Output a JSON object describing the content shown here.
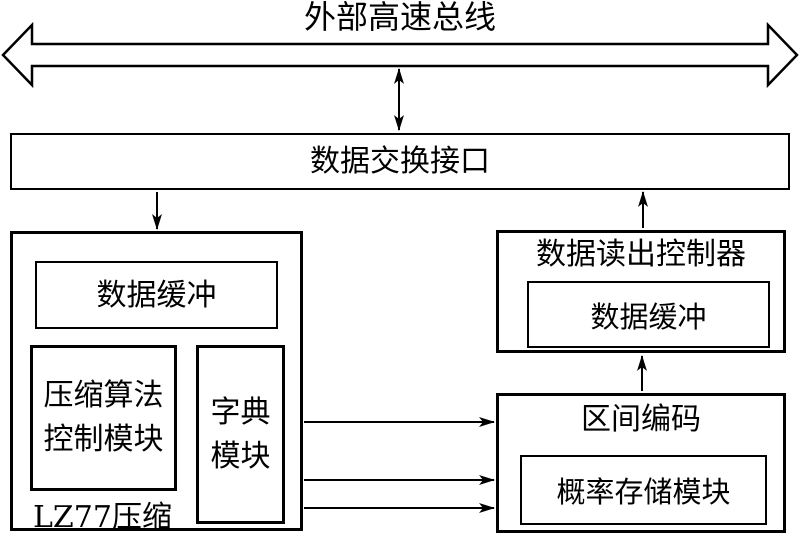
{
  "labels": {
    "bus": "外部高速总线",
    "interface": "数据交换接口",
    "lz77_data_buffer": "数据缓冲",
    "algorithm_lines": [
      "压缩算法",
      "控制模块"
    ],
    "dictionary_lines": [
      "字典",
      "模块"
    ],
    "lz77_group": "LZ77压缩",
    "readout_title": "数据读出控制器",
    "readout_data_buffer": "数据缓冲",
    "range_title": "区间编码",
    "probability_module": "概率存储模块"
  },
  "colors": {
    "line": "#000000",
    "background": "#ffffff"
  }
}
